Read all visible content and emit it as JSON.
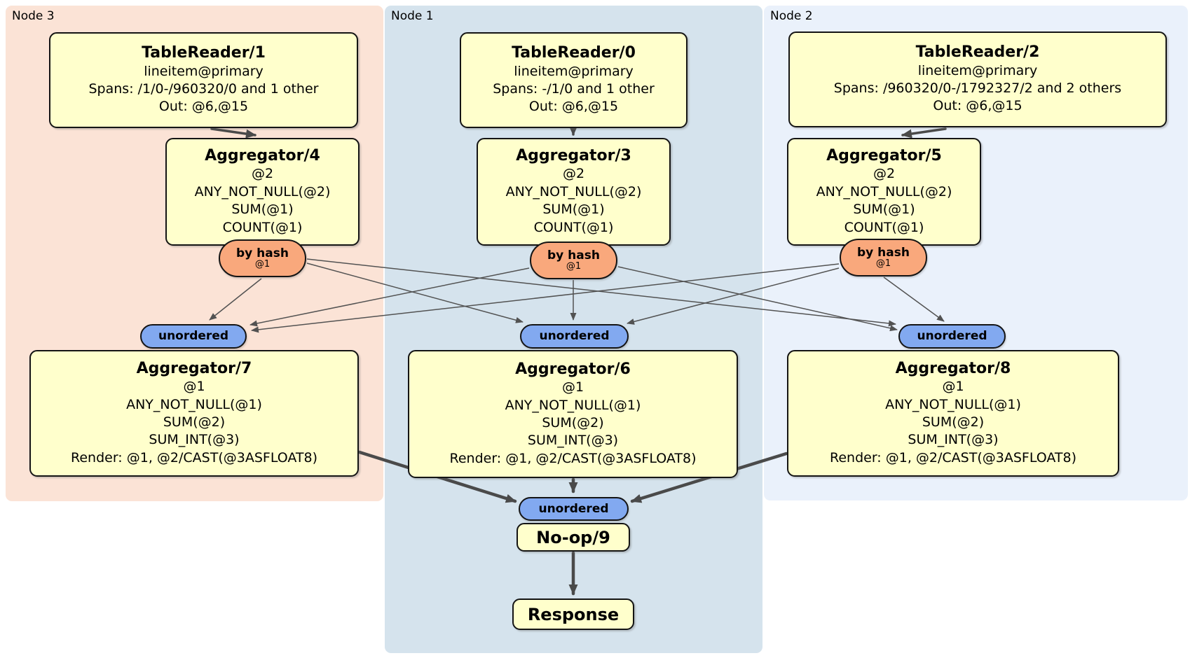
{
  "regions": {
    "node3": {
      "label": "Node 3",
      "bg": "#fbe3d6"
    },
    "node1": {
      "label": "Node 1",
      "bg": "#d5e3ed"
    },
    "node2": {
      "label": "Node 2",
      "bg": "#eaf1fb"
    }
  },
  "processors": {
    "tablereader1": {
      "title": "TableReader/1",
      "lines": [
        "lineitem@primary",
        "Spans: /1/0-/960320/0 and 1 other",
        "Out: @6,@15"
      ]
    },
    "tablereader0": {
      "title": "TableReader/0",
      "lines": [
        "lineitem@primary",
        "Spans: -/1/0 and 1 other",
        "Out: @6,@15"
      ]
    },
    "tablereader2": {
      "title": "TableReader/2",
      "lines": [
        "lineitem@primary",
        "Spans: /960320/0-/1792327/2 and 2 others",
        "Out: @6,@15"
      ]
    },
    "aggregator4": {
      "title": "Aggregator/4",
      "lines": [
        "@2",
        "ANY_NOT_NULL(@2)",
        "SUM(@1)",
        "COUNT(@1)"
      ]
    },
    "aggregator3": {
      "title": "Aggregator/3",
      "lines": [
        "@2",
        "ANY_NOT_NULL(@2)",
        "SUM(@1)",
        "COUNT(@1)"
      ]
    },
    "aggregator5": {
      "title": "Aggregator/5",
      "lines": [
        "@2",
        "ANY_NOT_NULL(@2)",
        "SUM(@1)",
        "COUNT(@1)"
      ]
    },
    "aggregator7": {
      "title": "Aggregator/7",
      "lines": [
        "@1",
        "ANY_NOT_NULL(@1)",
        "SUM(@2)",
        "SUM_INT(@3)",
        "Render: @1, @2/CAST(@3ASFLOAT8)"
      ]
    },
    "aggregator6": {
      "title": "Aggregator/6",
      "lines": [
        "@1",
        "ANY_NOT_NULL(@1)",
        "SUM(@2)",
        "SUM_INT(@3)",
        "Render: @1, @2/CAST(@3ASFLOAT8)"
      ]
    },
    "aggregator8": {
      "title": "Aggregator/8",
      "lines": [
        "@1",
        "ANY_NOT_NULL(@1)",
        "SUM(@2)",
        "SUM_INT(@3)",
        "Render: @1, @2/CAST(@3ASFLOAT8)"
      ]
    },
    "noop9": {
      "title": "No-op/9"
    },
    "response": {
      "title": "Response"
    }
  },
  "streams": {
    "by_hash": {
      "label": "by hash",
      "sub": "@1"
    },
    "unordered": {
      "label": "unordered"
    }
  },
  "colors": {
    "box_fill": "#ffffcc",
    "box_border": "#141414",
    "by_hash_fill": "#f9a87c",
    "unordered_fill": "#82a9f0",
    "edge": "#4a4a4a",
    "node3_bg": "#fbe3d6",
    "node1_bg": "#d5e3ed",
    "node2_bg": "#eaf1fb"
  }
}
